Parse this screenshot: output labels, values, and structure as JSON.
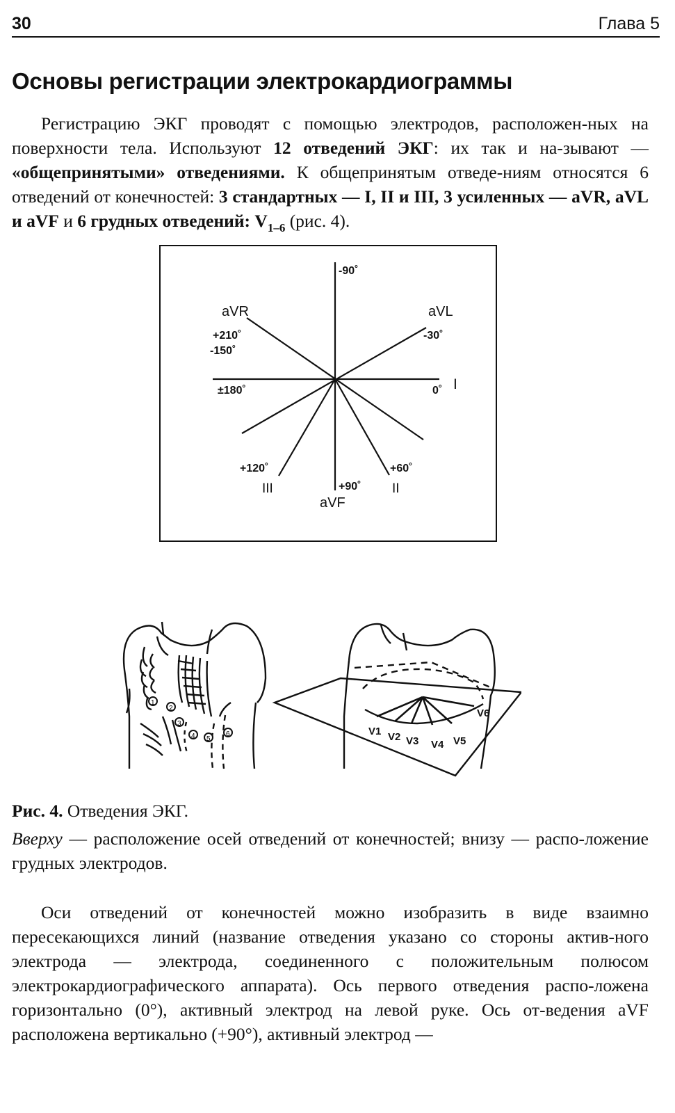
{
  "header": {
    "page_number": "30",
    "chapter": "Глава 5"
  },
  "section_title": "Основы регистрации электрокардиограммы",
  "paragraph1": {
    "t1": "Регистрацию ЭКГ проводят с помощью электродов, расположен-ных на поверхности тела. Используют ",
    "b1": "12 отведений ЭКГ",
    "t2": ": их так и на-зывают — ",
    "b2": "«общепринятыми» отведениями.",
    "t3": " К общепринятым отведе-ниям относятся 6 отведений от конечностей: ",
    "b3": "3 стандартных — I, II и III, 3 усиленных — aVR, aVL и aVF",
    "t4": " и ",
    "b4": "6 грудных отведений: V",
    "b4_sub": "1–6",
    "t5": " (рис. 4)."
  },
  "axis_diagram": {
    "labels": {
      "top": "-90˚",
      "avr": "aVR",
      "avr_angle1": "+210˚",
      "avr_angle2": "-150˚",
      "avl": "aVL",
      "avl_angle": "-30˚",
      "left": "±180˚",
      "right": "0˚",
      "lead_i": "I",
      "iii_angle": "+120˚",
      "lead_iii": "III",
      "bottom_angle": "+90˚",
      "avf": "aVF",
      "ii_angle": "+60˚",
      "lead_ii": "II"
    }
  },
  "torso_diagram": {
    "electrodes": [
      "1",
      "2",
      "3",
      "4",
      "5",
      "6"
    ],
    "lead_labels": [
      "V1",
      "V2",
      "V3",
      "V4",
      "V5",
      "V6"
    ]
  },
  "figure_caption": {
    "label": "Рис. 4.",
    "title": " Отведения ЭКГ.",
    "desc_italic": "Вверху",
    "desc_text": " — расположение осей отведений от конечностей; внизу — распо-ложение грудных электродов."
  },
  "paragraph2": "Оси отведений от конечностей можно изобразить в виде взаимно пересекающихся линий (название отведения указано со стороны актив-ного электрода — электрода, соединенного с положительным полюсом электрокардиографического аппарата). Ось первого отведения распо-ложена горизонтально (0°), активный электрод на левой руке. Ось от-ведения aVF расположена вертикально (+90°), активный электрод —"
}
